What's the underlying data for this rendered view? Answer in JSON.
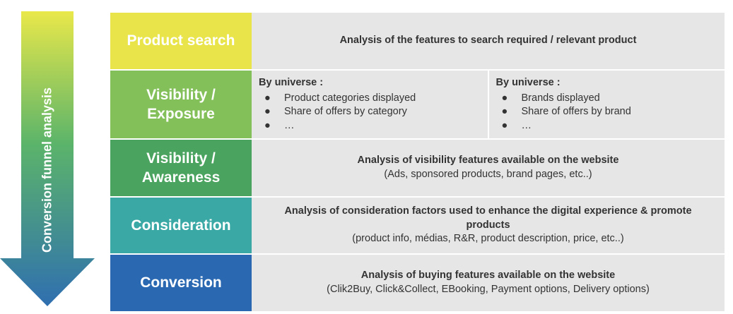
{
  "arrow": {
    "label": "Conversion funnel analysis",
    "color_top": "#e9e84a",
    "color_mid": "#5bb46a",
    "color_bottom": "#2f6fb0"
  },
  "rows": [
    {
      "stage": "Product search",
      "color": "#e8e44a",
      "bold": "Analysis of the features to search required / relevant product"
    },
    {
      "stage": "Visibility / Exposure",
      "color": "#84c05a",
      "left": {
        "title": "By universe :",
        "items": [
          "Product categories displayed",
          "Share of offers by category",
          "…"
        ]
      },
      "right": {
        "title": "By universe :",
        "items": [
          "Brands displayed",
          "Share of offers by brand",
          "…"
        ]
      }
    },
    {
      "stage": "Visibility / Awareness",
      "color": "#4aa35e",
      "bold": "Analysis of visibility features available on the website",
      "normal": "(Ads, sponsored products, brand pages, etc..)"
    },
    {
      "stage": "Consideration",
      "color": "#3aa9a6",
      "bold": "Analysis of consideration factors used to enhance the digital experience & promote products",
      "normal": "(product info, médias, R&R, product description, price, etc..)"
    },
    {
      "stage": "Conversion",
      "color": "#2a69b2",
      "bold": "Analysis of buying features available on the website",
      "normal": "(Clik2Buy, Click&Collect, EBooking, Payment options, Delivery options)"
    }
  ],
  "bullet": "●"
}
